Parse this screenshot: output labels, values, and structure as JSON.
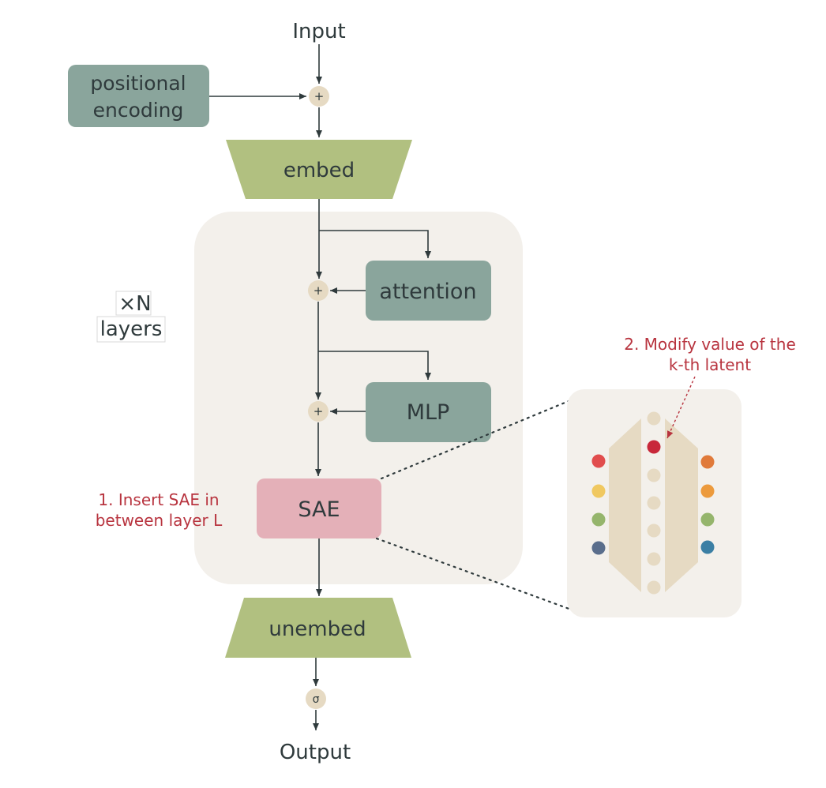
{
  "labels": {
    "input": "Input",
    "output": "Output",
    "positional_encoding_line1": "positional",
    "positional_encoding_line2": "encoding",
    "embed": "embed",
    "unembed": "unembed",
    "attention": "attention",
    "mlp": "MLP",
    "sae": "SAE",
    "repeat_line1": "×N",
    "repeat_line2": "layers",
    "plus": "+",
    "sigma": "σ"
  },
  "annotations": {
    "insert_sae_line1": "1. Insert SAE in",
    "insert_sae_line2": "between layer L",
    "modify_latent_line1": "2. Modify value of the",
    "modify_latent_line2": "k-th latent"
  },
  "colors": {
    "text": "#2f3a3c",
    "annotation_red": "#b8343f",
    "block_teal": "#8aa59c",
    "block_green": "#b1c080",
    "sae_pink": "#e4b0b8",
    "layer_bg": "#f3f0eb",
    "node_beige": "#e6dac3",
    "latent_highlight": "#c8283a",
    "feature_colors": [
      "#e14d4d",
      "#f0c860",
      "#95b56c",
      "#5a6e8c"
    ],
    "output_feature_colors": [
      "#e07a3a",
      "#ec9a3c",
      "#95b56c",
      "#3b7fa4"
    ]
  }
}
